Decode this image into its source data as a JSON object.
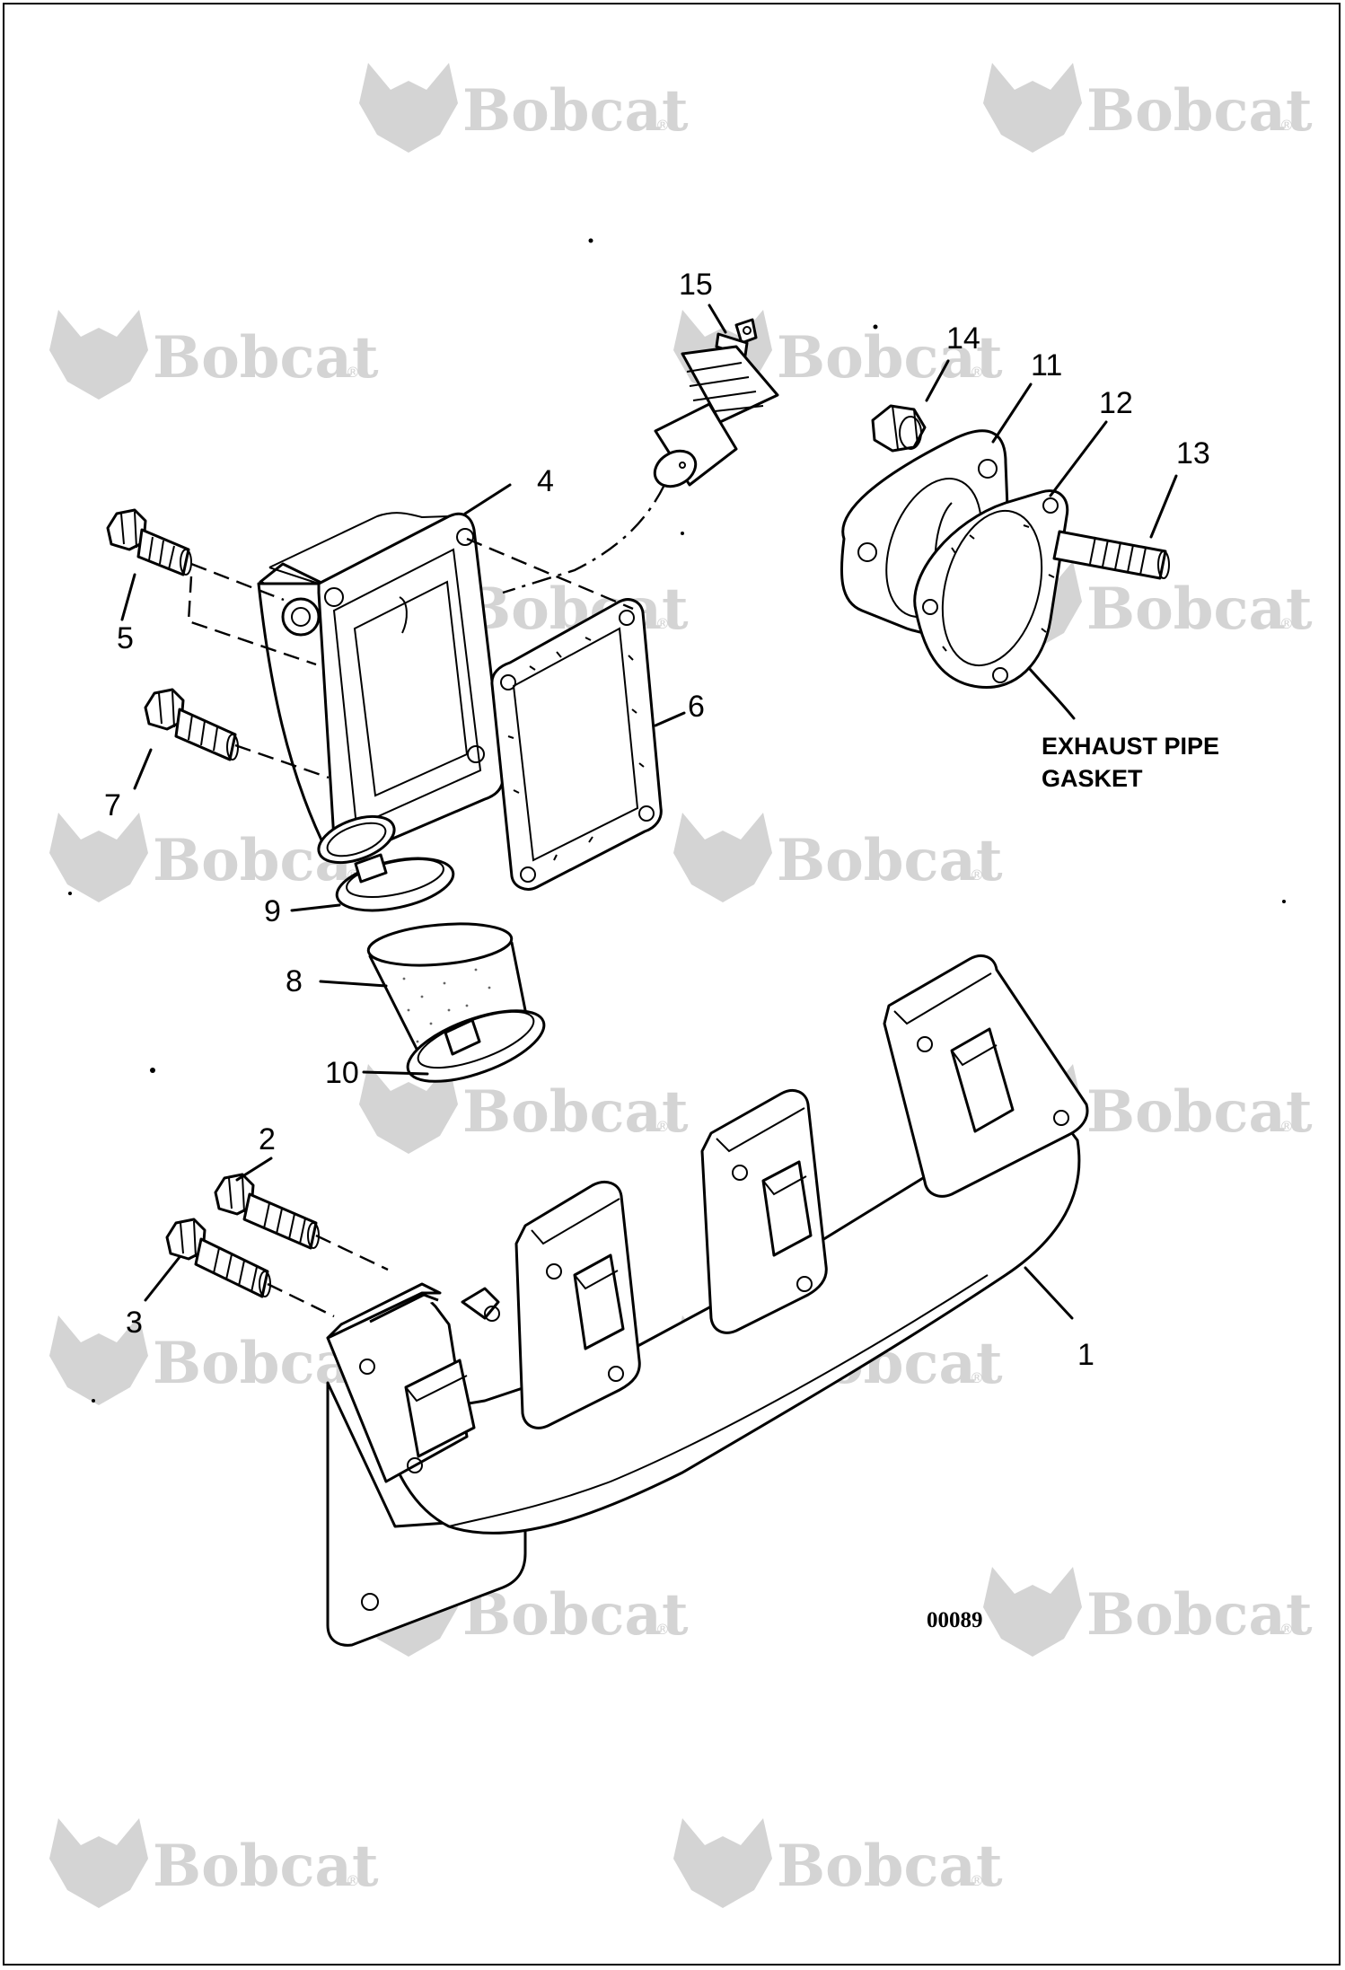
{
  "watermark": {
    "brand": "Bobcat",
    "reg": "®"
  },
  "diagram": {
    "part_numbers": {
      "p1": "1",
      "p2": "2",
      "p3": "3",
      "p4": "4",
      "p5": "5",
      "p6": "6",
      "p7": "7",
      "p8": "8",
      "p9": "9",
      "p10": "10",
      "p11": "11",
      "p12": "12",
      "p13": "13",
      "p14": "14",
      "p15": "15"
    },
    "callout_exhaust_line1": "EXHAUST PIPE",
    "callout_exhaust_line2": "GASKET",
    "figure_code": "00089"
  }
}
